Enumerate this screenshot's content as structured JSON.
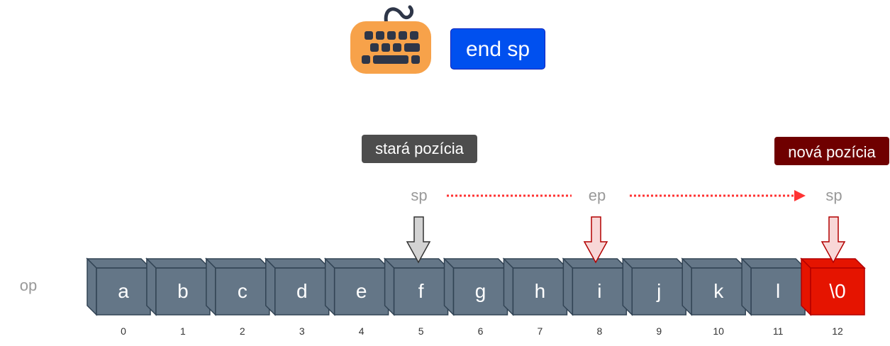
{
  "toolbar": {
    "key_label": "end sp"
  },
  "labels": {
    "old_position": "stará pozícia",
    "new_position": "nová pozícia"
  },
  "pointers": {
    "sp_old": "sp",
    "ep": "ep",
    "sp_new": "sp"
  },
  "row_label": "op",
  "cells": [
    {
      "char": "a",
      "index": "0"
    },
    {
      "char": "b",
      "index": "1"
    },
    {
      "char": "c",
      "index": "2"
    },
    {
      "char": "d",
      "index": "3"
    },
    {
      "char": "e",
      "index": "4"
    },
    {
      "char": "f",
      "index": "5"
    },
    {
      "char": "g",
      "index": "6"
    },
    {
      "char": "h",
      "index": "7"
    },
    {
      "char": "i",
      "index": "8"
    },
    {
      "char": "j",
      "index": "9"
    },
    {
      "char": "k",
      "index": "10"
    },
    {
      "char": "l",
      "index": "11"
    },
    {
      "char": "\\0",
      "index": "12"
    }
  ],
  "colors": {
    "cell": "#647687",
    "cell_border": "#314354",
    "terminator": "#e51400",
    "terminator_border": "#b20000",
    "key_button": "#0050ef",
    "dotted_arrow": "#ff3333"
  },
  "icons": {
    "keyboard": "keyboard-icon"
  }
}
